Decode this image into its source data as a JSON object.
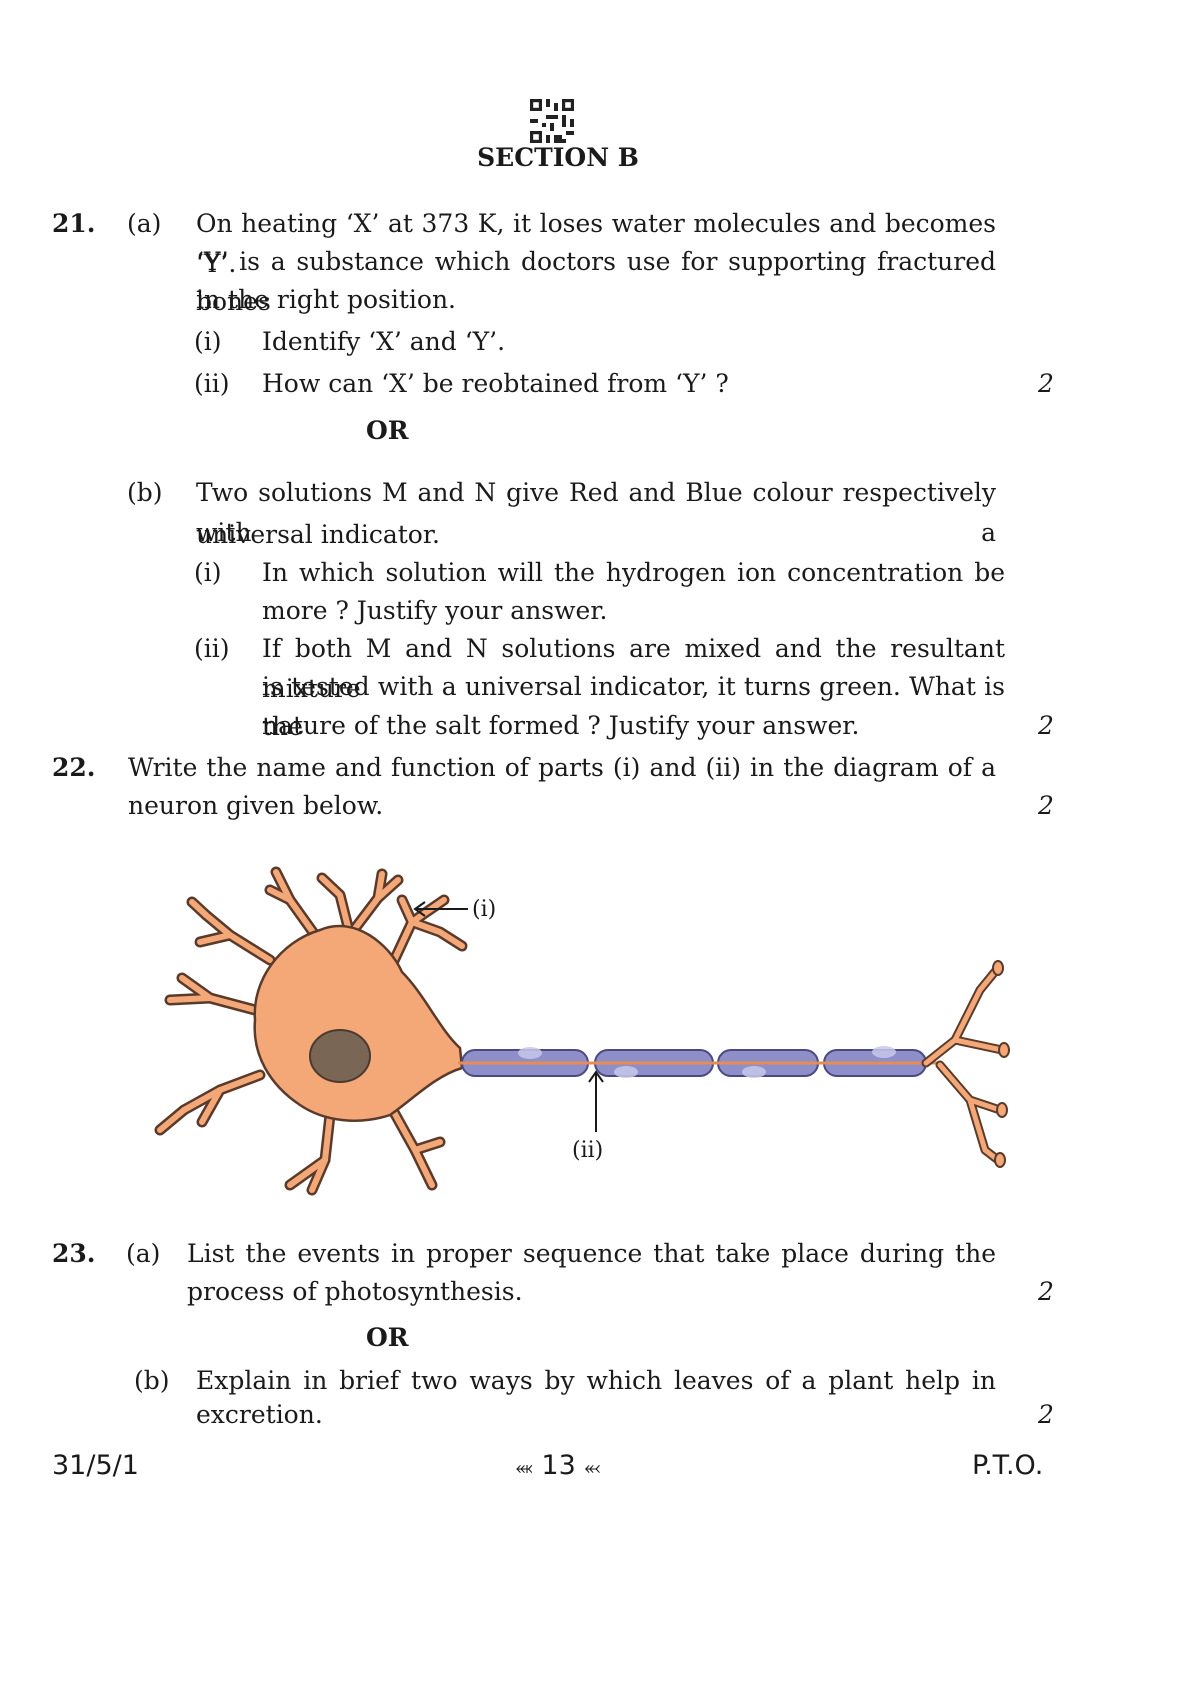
{
  "header": {
    "section_title": "SECTION B"
  },
  "q21": {
    "number": "21.",
    "a": {
      "label": "(a)",
      "lines": [
        "On heating ‘X’ at 373 K, it loses water molecules and becomes ‘Y’.",
        "‘Y’ is a substance which doctors use for supporting fractured bones",
        "in the right position."
      ],
      "i_label": "(i)",
      "i_text": "Identify ‘X’ and ‘Y’.",
      "ii_label": "(ii)",
      "ii_text": "How can ‘X’ be reobtained from ‘Y’ ?",
      "marks": "2"
    },
    "or": "OR",
    "b": {
      "label": "(b)",
      "lines": [
        "Two solutions M and N give Red and Blue colour respectively with a",
        "universal indicator."
      ],
      "i_label": "(i)",
      "i_lines": [
        "In which solution will the hydrogen ion concentration be",
        "more ? Justify your answer."
      ],
      "ii_label": "(ii)",
      "ii_lines": [
        "If both M and N solutions are mixed and the resultant mixture",
        "is tested with a universal indicator, it turns green. What is the",
        "nature of the salt formed ? Justify your answer."
      ],
      "marks": "2"
    }
  },
  "q22": {
    "number": "22.",
    "lines": [
      "Write the name and function of parts (i) and (ii) in the diagram of a",
      "neuron given below."
    ],
    "marks": "2",
    "diagram": {
      "label_i": "(i)",
      "label_ii": "(ii)"
    }
  },
  "q23": {
    "number": "23.",
    "a": {
      "label": "(a)",
      "lines": [
        "List the events in proper sequence that take place during the",
        "process of photosynthesis."
      ],
      "marks": "2"
    },
    "or": "OR",
    "b": {
      "label": "(b)",
      "lines": [
        "Explain in brief two ways by which leaves of a plant help in",
        "excretion."
      ],
      "marks": "2"
    }
  },
  "footer": {
    "code": "31/5/1",
    "page": "13",
    "pto": "P.T.O."
  },
  "colors": {
    "cell_body": "#f4a878",
    "nucleus": "#7a6655",
    "myelin": "#8e8fc8",
    "outline": "#5a3a2a"
  }
}
